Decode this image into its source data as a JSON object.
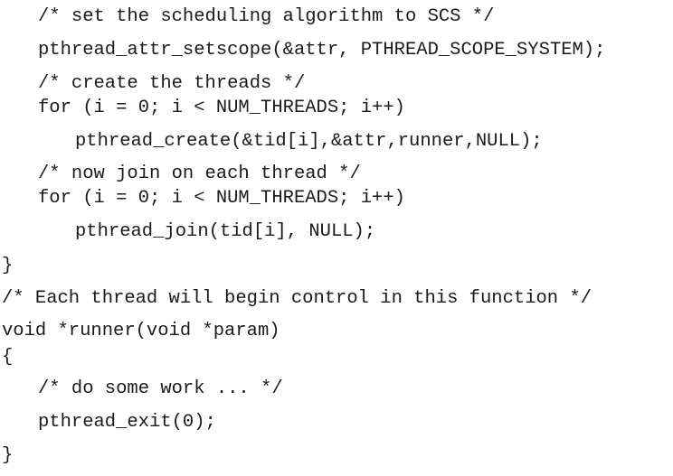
{
  "code_lines": [
    "/* set the scheduling algorithm to SCS */",
    "pthread_attr_setscope(&attr, PTHREAD_SCOPE_SYSTEM);",
    "/* create the threads */",
    "for (i = 0; i < NUM_THREADS; i++)",
    "pthread_create(&tid[i],&attr,runner,NULL);",
    "/* now join on each thread */",
    "for (i = 0; i < NUM_THREADS; i++)",
    "pthread_join(tid[i], NULL);",
    "}",
    "/* Each thread will begin control in this function */",
    "void *runner(void *param)",
    "{",
    "/* do some work ... */",
    "pthread_exit(0);",
    "}"
  ]
}
